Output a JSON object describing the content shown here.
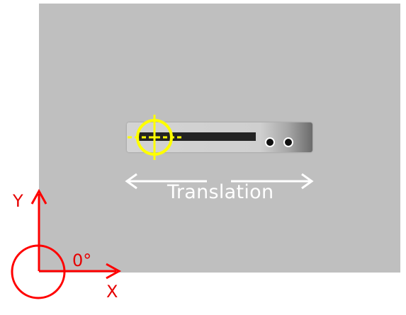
{
  "scene": {
    "motion_label": "Translation"
  },
  "axes": {
    "y_label": "Y",
    "x_label": "X",
    "angle_label": "0°"
  },
  "colors": {
    "background": "#bfbfbf",
    "target_marker": "#ffff00",
    "axes": "#ff0000",
    "arrows": "#ffffff"
  },
  "icons": {
    "target_marker": "crosshair-icon"
  }
}
